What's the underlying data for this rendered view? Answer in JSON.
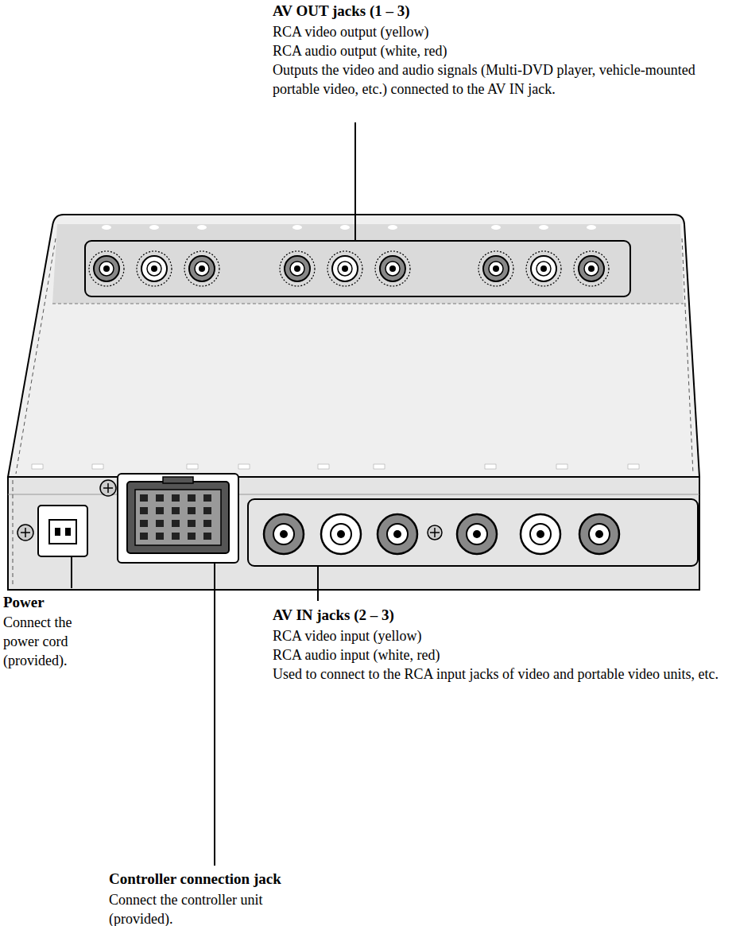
{
  "diagram": {
    "labels": [
      "AV OUT jacks (1 – 3)",
      "RCA video output (yellow)",
      "RCA audio output (white, red)",
      "Outputs the video and audio signals (Multi-DVD player, vehicle-mounted portable video, etc.) connected to the AV IN jack.",
      "Power",
      "Connect the power cord (provided).",
      "AV IN jacks (2 – 3)",
      "RCA video input (yellow)",
      "RCA audio input (white, red)",
      "Used to connect to the RCA input jacks of video and portable video units, etc.",
      "Controller connection jack",
      "Connect the controller unit (provided)."
    ]
  }
}
